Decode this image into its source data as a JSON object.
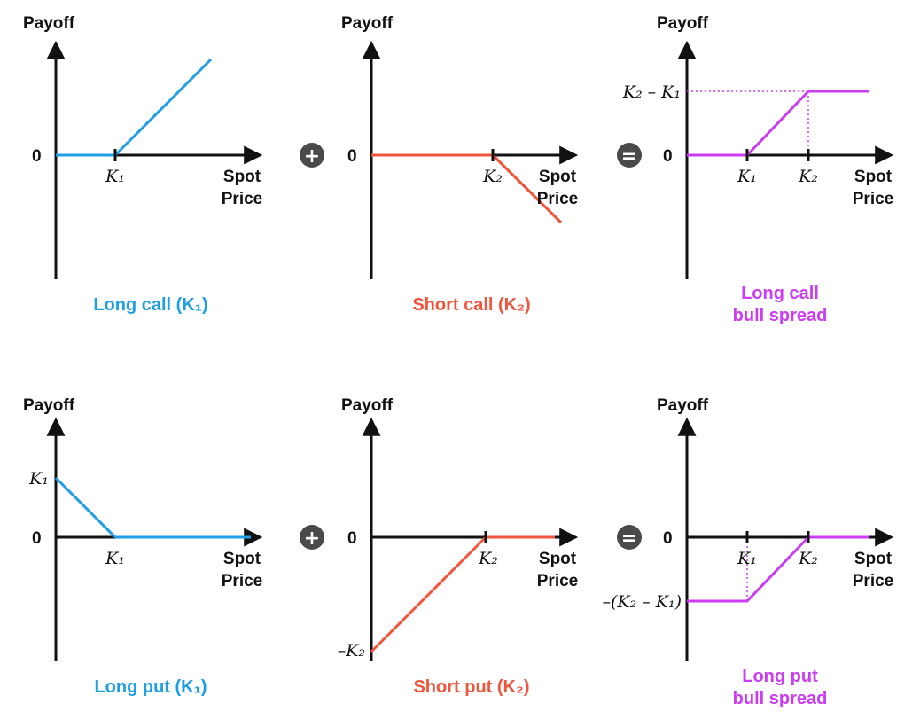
{
  "colors": {
    "call_long": "#1E9FE3",
    "call_short": "#F0563E",
    "spread": "#CC3CF2",
    "axis": "#111111",
    "operator_bg": "#4a4a4a"
  },
  "labels": {
    "payoff": "Payoff",
    "spot": "Spot",
    "price": "Price",
    "zero": "0"
  },
  "operators": {
    "plus": "+",
    "equals": "="
  },
  "panels": {
    "long_call": {
      "caption": "Long call (K₁)",
      "k": "K₁"
    },
    "short_call": {
      "caption": "Short call (K₂)",
      "k": "K₂"
    },
    "call_spread": {
      "caption_line1": "Long call",
      "caption_line2": "bull spread",
      "k1": "K₁",
      "k2": "K₂",
      "max_label": "K₂ – K₁"
    },
    "long_put": {
      "caption": "Long put (K₁)",
      "k": "K₁",
      "intercept": "K₁"
    },
    "short_put": {
      "caption": "Short put (K₂)",
      "k": "K₂",
      "intercept": "–K₂"
    },
    "put_spread": {
      "caption_line1": "Long put",
      "caption_line2": "bull spread",
      "k1": "K₁",
      "k2": "K₂",
      "min_label": "–(K₂ – K₁)"
    }
  }
}
